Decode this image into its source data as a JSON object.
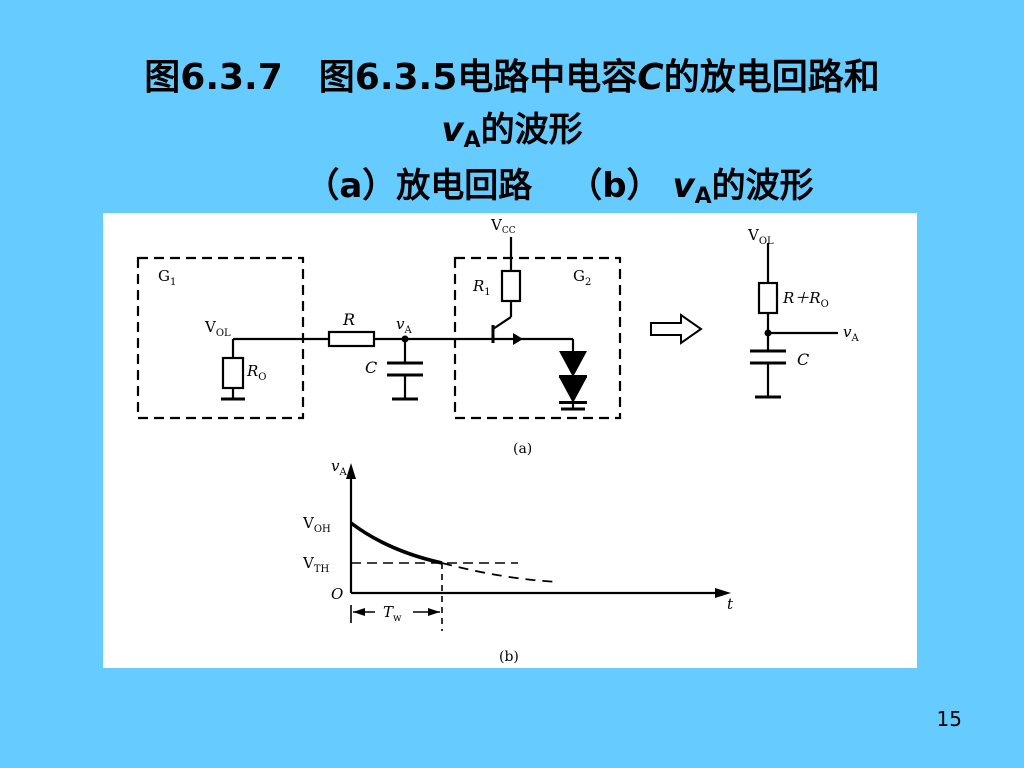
{
  "slide": {
    "title_line1_prefix": "图6.3.7",
    "title_line1_ref": "图6.3.5电路中电容",
    "title_cap_symbol": "C",
    "title_line1_suffix": "的放电回路和",
    "v_symbol": "v",
    "a_subscript": "A",
    "title_line2_suffix": "的波形",
    "caption_a": "（a）放电回路",
    "caption_b_prefix": "（b）",
    "caption_b_suffix": "的波形",
    "page_number": "15"
  },
  "circuit": {
    "g1": "G",
    "g1_sub": "1",
    "g2": "G",
    "g2_sub": "2",
    "vol": "V",
    "vol_sub": "OL",
    "ro": "R",
    "ro_sub": "O",
    "r": "R",
    "c": "C",
    "va": "v",
    "va_sub": "A",
    "vcc": "V",
    "vcc_sub": "CC",
    "r1": "R",
    "r1_sub": "1",
    "label_a": "(a)"
  },
  "equivalent": {
    "vol": "V",
    "vol_sub": "OL",
    "r_plus_ro": "R＋R",
    "r_plus_ro_sub": "O",
    "va": "v",
    "va_sub": "A",
    "c": "C"
  },
  "waveform": {
    "y_axis": "v",
    "y_axis_sub": "A",
    "voh": "V",
    "voh_sub": "OH",
    "vth": "V",
    "vth_sub": "TH",
    "origin": "O",
    "tw": "T",
    "tw_sub": "w",
    "t_axis": "t",
    "label_b": "(b)"
  }
}
